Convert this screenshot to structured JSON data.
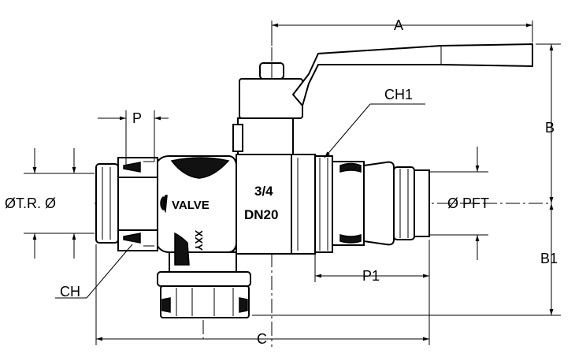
{
  "dimensions": {
    "a": "A",
    "b": "B",
    "b1": "B1",
    "c": "C",
    "p": "P",
    "p1": "P1",
    "ch": "CH",
    "ch1": "CH1",
    "tr": "ØT.R. Ø",
    "pft": "Ø PFT"
  },
  "valve_body": {
    "brand": "VALVE",
    "size_fraction": "3/4",
    "size_dn": "DN20",
    "side_mark": "XXY"
  }
}
